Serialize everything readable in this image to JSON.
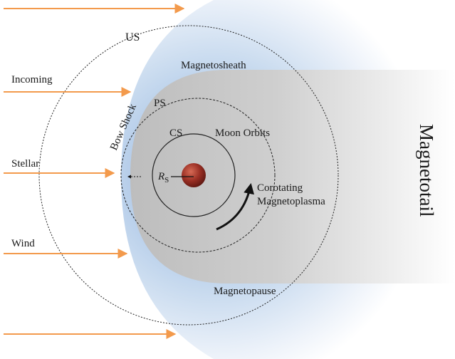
{
  "labels": {
    "upstream_sphere": "US",
    "magnetosheath": "Magnetosheath",
    "incoming": "Incoming",
    "stellar": "Stellar",
    "wind": "Wind",
    "bow_shock": "Bow Shock",
    "plasma_sphere": "PS",
    "corotation_sphere": "CS",
    "moon_orbits": "Moon Orbits",
    "radius_symbol": "R",
    "radius_subscript": "S",
    "corotating": "Corotating",
    "magnetoplasma": "Magnetoplasma",
    "magnetotail": "Magnetotail",
    "magnetopause": "Magnetopause"
  },
  "colors": {
    "wind_arrow": "#f39a4c",
    "sheath_blue": "#b7cfe9",
    "magnetosphere_gray": "#bdbdbd",
    "planet": "#9a2f24"
  },
  "icons": {
    "planet": "planet-sphere-icon",
    "rotation": "curved-arrow-icon"
  }
}
